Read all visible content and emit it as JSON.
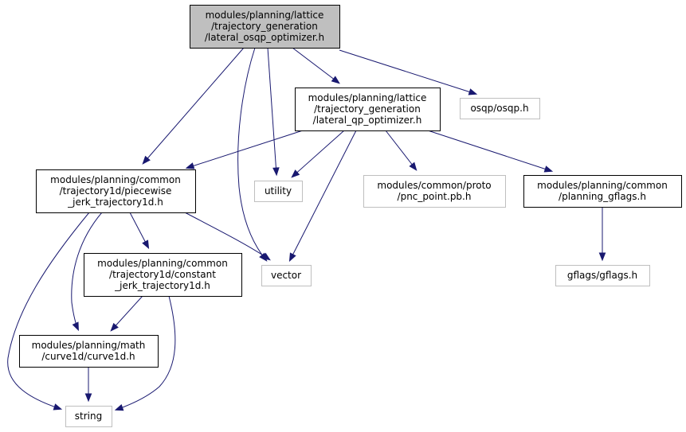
{
  "nodes": [
    {
      "id": "lateral_osqp_optimizer",
      "kind": "focus",
      "lines": [
        "modules/planning/lattice",
        "/trajectory_generation",
        "/lateral_osqp_optimizer.h"
      ]
    },
    {
      "id": "lateral_qp_optimizer",
      "kind": "normal",
      "lines": [
        "modules/planning/lattice",
        "/trajectory_generation",
        "/lateral_qp_optimizer.h"
      ]
    },
    {
      "id": "osqp",
      "kind": "external",
      "lines": [
        "osqp/osqp.h"
      ]
    },
    {
      "id": "piecewise_jerk_trajectory1d",
      "kind": "normal",
      "lines": [
        "modules/planning/common",
        "/trajectory1d/piecewise",
        "_jerk_trajectory1d.h"
      ]
    },
    {
      "id": "utility",
      "kind": "external",
      "lines": [
        "utility"
      ]
    },
    {
      "id": "pnc_point",
      "kind": "external",
      "lines": [
        "modules/common/proto",
        "/pnc_point.pb.h"
      ]
    },
    {
      "id": "planning_gflags",
      "kind": "normal",
      "lines": [
        "modules/planning/common",
        "/planning_gflags.h"
      ]
    },
    {
      "id": "constant_jerk_trajectory1d",
      "kind": "normal",
      "lines": [
        "modules/planning/common",
        "/trajectory1d/constant",
        "_jerk_trajectory1d.h"
      ]
    },
    {
      "id": "vector",
      "kind": "external",
      "lines": [
        "vector"
      ]
    },
    {
      "id": "gflags",
      "kind": "external",
      "lines": [
        "gflags/gflags.h"
      ]
    },
    {
      "id": "curve1d",
      "kind": "normal",
      "lines": [
        "modules/planning/math",
        "/curve1d/curve1d.h"
      ]
    },
    {
      "id": "string",
      "kind": "external",
      "lines": [
        "string"
      ]
    }
  ],
  "edges": [
    {
      "from": "lateral_osqp_optimizer",
      "to": "piecewise_jerk_trajectory1d"
    },
    {
      "from": "lateral_osqp_optimizer",
      "to": "vector"
    },
    {
      "from": "lateral_osqp_optimizer",
      "to": "utility"
    },
    {
      "from": "lateral_osqp_optimizer",
      "to": "lateral_qp_optimizer"
    },
    {
      "from": "lateral_osqp_optimizer",
      "to": "osqp"
    },
    {
      "from": "lateral_qp_optimizer",
      "to": "piecewise_jerk_trajectory1d"
    },
    {
      "from": "lateral_qp_optimizer",
      "to": "utility"
    },
    {
      "from": "lateral_qp_optimizer",
      "to": "vector"
    },
    {
      "from": "lateral_qp_optimizer",
      "to": "pnc_point"
    },
    {
      "from": "lateral_qp_optimizer",
      "to": "planning_gflags"
    },
    {
      "from": "piecewise_jerk_trajectory1d",
      "to": "string"
    },
    {
      "from": "piecewise_jerk_trajectory1d",
      "to": "curve1d"
    },
    {
      "from": "piecewise_jerk_trajectory1d",
      "to": "constant_jerk_trajectory1d"
    },
    {
      "from": "piecewise_jerk_trajectory1d",
      "to": "vector"
    },
    {
      "from": "planning_gflags",
      "to": "gflags"
    },
    {
      "from": "constant_jerk_trajectory1d",
      "to": "curve1d"
    },
    {
      "from": "constant_jerk_trajectory1d",
      "to": "string"
    },
    {
      "from": "curve1d",
      "to": "string"
    }
  ]
}
